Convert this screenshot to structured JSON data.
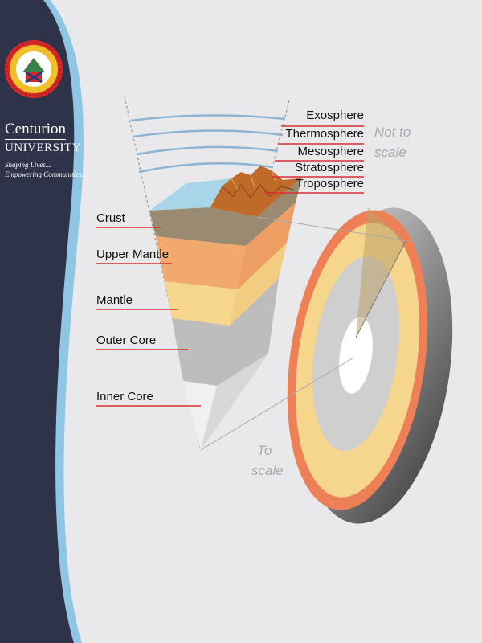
{
  "brand": {
    "name_line1": "Centurion",
    "name_line2": "UNIVERSITY",
    "tagline_line1": "Shaping Lives...",
    "tagline_line2": "Empowering Communities..."
  },
  "diagram": {
    "earth_layers": [
      "Crust",
      "Upper Mantle",
      "Mantle",
      "Outer Core",
      "Inner Core"
    ],
    "atmosphere_layers": [
      "Exosphere",
      "Thermosphere",
      "Mesosphere",
      "Stratosphere",
      "Troposphere"
    ],
    "not_to_scale_line1": "Not to",
    "not_to_scale_line2": "scale",
    "to_scale_line1": "To",
    "to_scale_line2": "scale"
  },
  "colors": {
    "sidebar": "#2f3349",
    "sidebar_edge": "#8fc6e3",
    "leader_line": "#d93030",
    "crust": "#9a8a72",
    "upper_mantle": "#f2a96e",
    "mantle": "#f6d58c",
    "outer_core": "#bdbdbd",
    "inner_core": "#e8e8e8"
  }
}
